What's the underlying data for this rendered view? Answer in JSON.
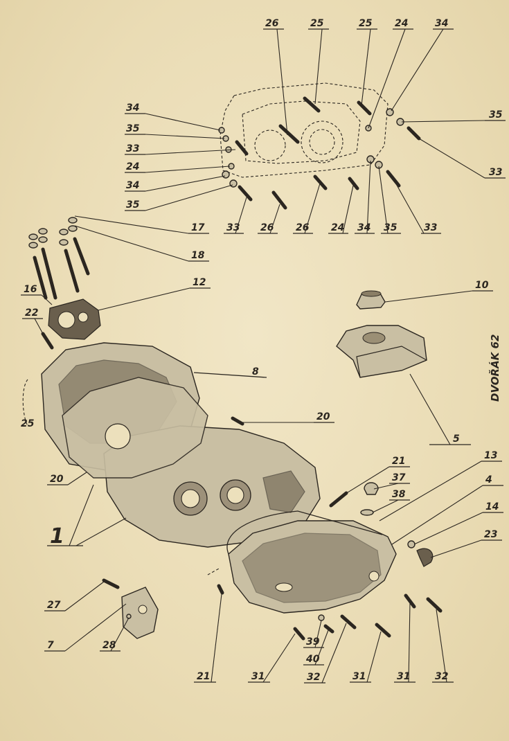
{
  "signature": "DVOŘÁK 62",
  "labels": [
    "26",
    "25",
    "25",
    "24",
    "34",
    "34",
    "35",
    "33",
    "24",
    "34",
    "35",
    "35",
    "33",
    "33",
    "26",
    "26",
    "24",
    "34",
    "35",
    "33",
    "17",
    "18",
    "12",
    "16",
    "22",
    "10",
    "8",
    "5",
    "20",
    "25",
    "20",
    "1",
    "21",
    "37",
    "38",
    "13",
    "4",
    "14",
    "23",
    "27",
    "7",
    "28",
    "31",
    "39",
    "40",
    "32",
    "31",
    "31",
    "32",
    "21"
  ]
}
